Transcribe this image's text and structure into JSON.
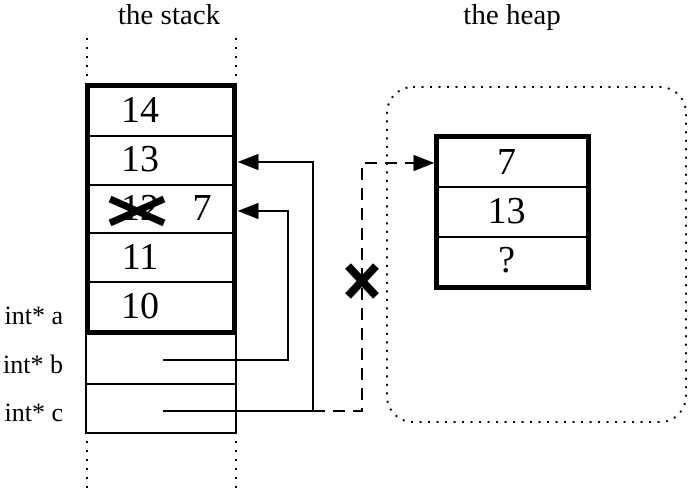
{
  "colors": {
    "ink": "#000000",
    "background": "#ffffff"
  },
  "stack": {
    "title": "the stack",
    "slots": [
      {
        "value": "14"
      },
      {
        "value": "13"
      },
      {
        "old_value": "12",
        "new_value": "7",
        "crossed_out": true
      },
      {
        "value": "11"
      },
      {
        "value": "10"
      }
    ],
    "pointer_rows": [
      {
        "label": "int* a"
      },
      {
        "label": "int* b"
      },
      {
        "label": "int* c"
      }
    ]
  },
  "heap": {
    "title": "the heap",
    "block": {
      "cells": [
        {
          "value": "7"
        },
        {
          "value": "13"
        },
        {
          "value": "?"
        }
      ]
    }
  }
}
